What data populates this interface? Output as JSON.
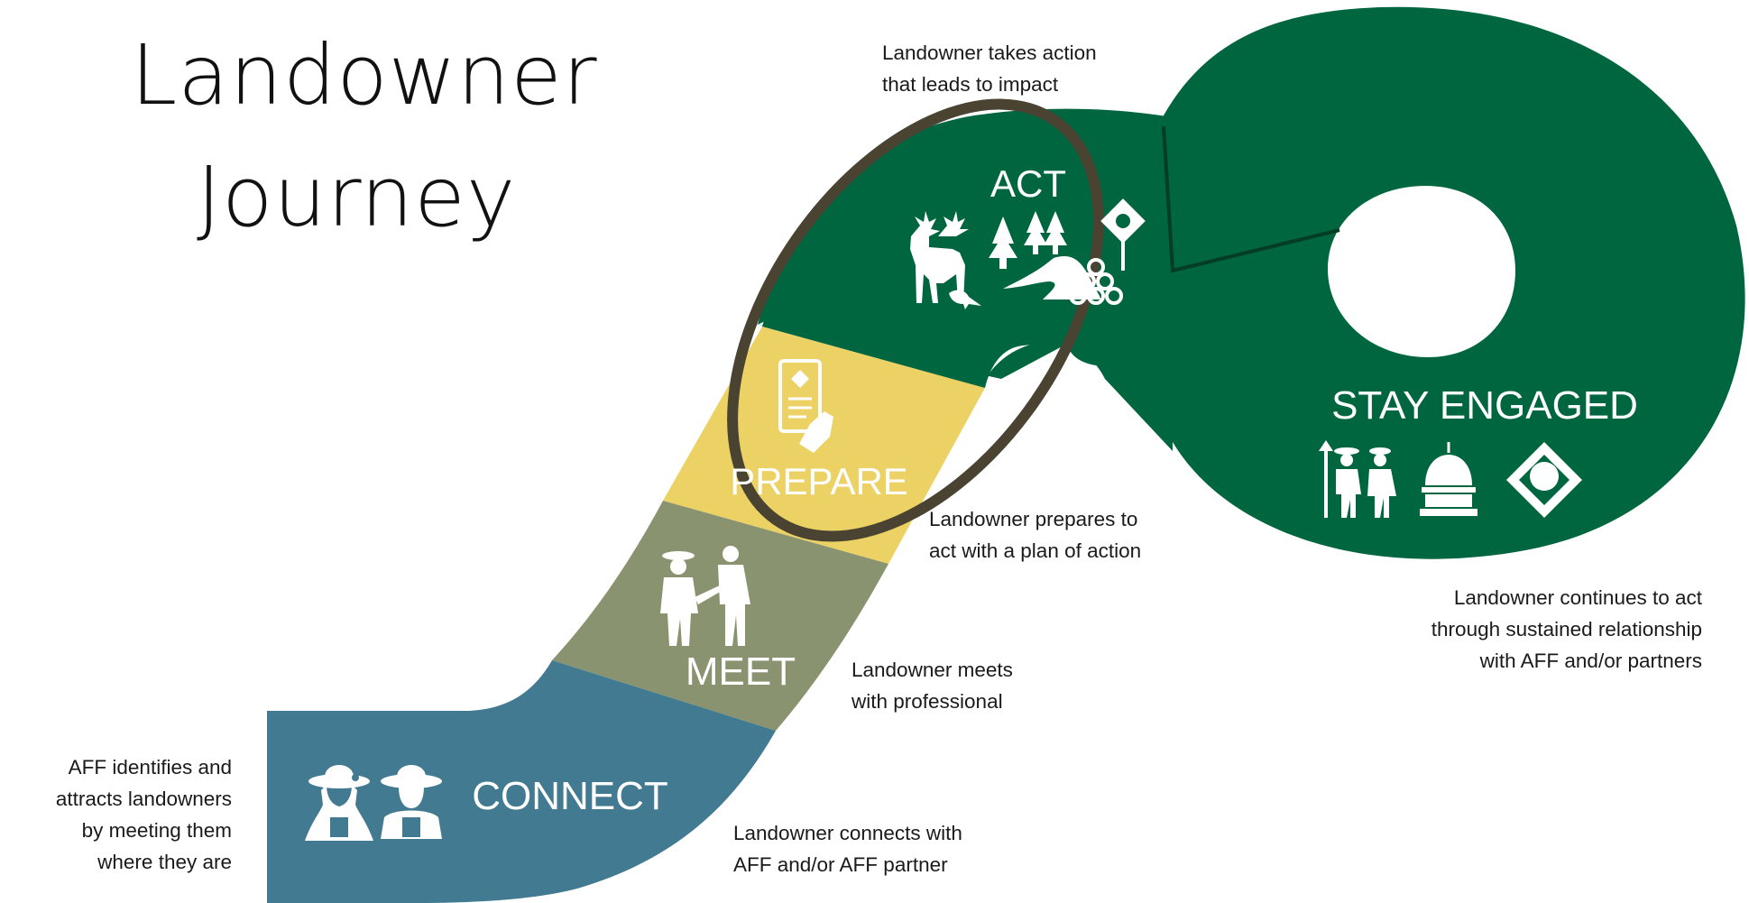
{
  "title": {
    "line1": "Landowner",
    "line2": "Journey"
  },
  "stages": {
    "connect": {
      "label": "CONNECT",
      "color": "#417a91"
    },
    "meet": {
      "label": "MEET",
      "color": "#8a9370"
    },
    "prepare": {
      "label": "PREPARE",
      "color": "#ecd164"
    },
    "act": {
      "label": "ACT",
      "color": "#006640"
    },
    "stay_engaged": {
      "label": "STAY ENGAGED",
      "color": "#006640"
    }
  },
  "descriptions": {
    "aff_identifies": [
      "AFF identifies and",
      "attracts landowners",
      "by meeting them",
      "where they are"
    ],
    "connect": [
      "Landowner connects with",
      "AFF and/or AFF partner"
    ],
    "meet": [
      "Landowner meets",
      "with professional"
    ],
    "prepare": [
      "Landowner prepares to",
      "act with a plan of action"
    ],
    "act": [
      "Landowner takes action",
      "that leads to impact"
    ],
    "stay_engaged": [
      "Landowner continues to act",
      "through sustained relationship",
      "with AFF and/or partners"
    ]
  },
  "highlight": {
    "color": "#4a4332"
  },
  "icons": {
    "connect": [
      "woman-farmer-icon",
      "man-farmer-icon"
    ],
    "meet": [
      "handshake-people-icon"
    ],
    "prepare": [
      "plan-document-icon"
    ],
    "act": [
      "deer-icon",
      "bird-icon",
      "forest-road-icon",
      "timber-logs-icon"
    ],
    "stay_engaged": [
      "landowner-couple-icon",
      "capitol-dome-icon",
      "aff-diamond-logo-icon"
    ]
  }
}
